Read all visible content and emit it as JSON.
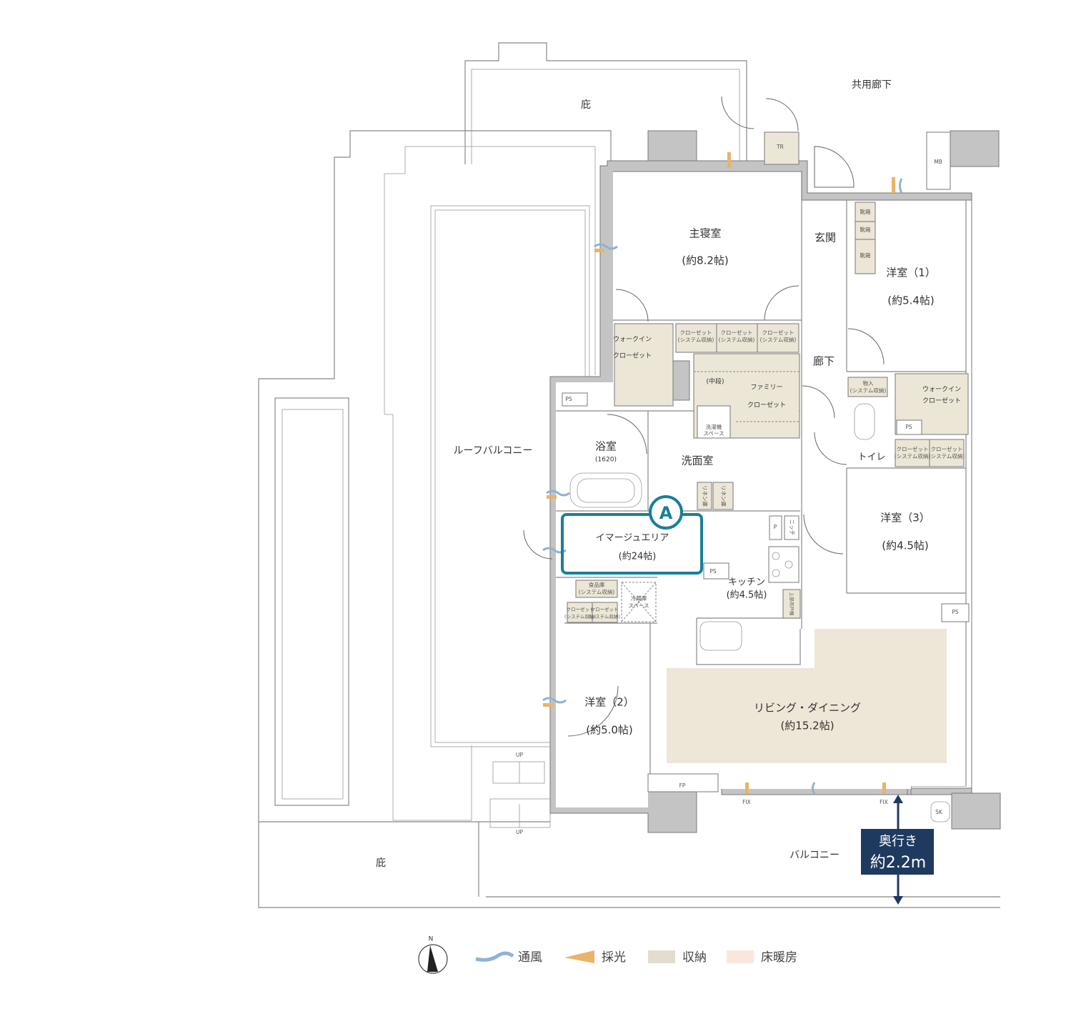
{
  "plan": {
    "labels": {
      "eaves_top": "庇",
      "common_corridor": "共用廊下",
      "master_bedroom": "主寝室",
      "master_bedroom_size": "(約8.2帖)",
      "entrance": "玄関",
      "shoe_box": "靴箱",
      "western_room_1": "洋室（1）",
      "western_room_1_size": "(約5.4帖)",
      "hallway": "廊下",
      "walk_in": "ウォークイン",
      "closet": "クローゼット",
      "closet_system": "クローゼット",
      "system_storage": "(システム収納)",
      "middle_shelf": "(中段)",
      "family": "ファミリー",
      "washer_space_1": "洗濯機",
      "washer_space_2": "スペース",
      "bathroom": "浴室",
      "bathroom_size": "(1620)",
      "washroom": "洗面室",
      "roof_balcony": "ルーフバルコニー",
      "linen": "リネン庫",
      "image_area": "イマージュエリア",
      "image_area_size": "(約24帖)",
      "image_area_badge": "A",
      "ps": "PS",
      "kitchen": "キッチン",
      "kitchen_size": "(約4.5帖)",
      "pantry": "食品庫",
      "fridge_1": "冷蔵庫",
      "fridge_2": "スペース",
      "western_room_2": "洋室（2）",
      "western_room_2_size": "(約5.0帖)",
      "living_dining": "リビング・ダイニング",
      "living_dining_size": "(約15.2帖)",
      "western_room_3": "洋室（3）",
      "western_room_3_size": "(約4.5帖)",
      "storage": "物入",
      "toilet": "トイレ",
      "p": "P",
      "niche": "ニッチ",
      "upper_cabinet": "上部吊戸棚",
      "fp": "FP",
      "fix": "FIX",
      "sk": "SK",
      "mb": "MB",
      "tr": "TR",
      "up": "UP",
      "eaves_bottom": "庇",
      "balcony": "バルコニー",
      "depth_title": "奥行き",
      "depth_value": "約2.2m"
    }
  },
  "legend": {
    "north": "N",
    "ventilation": "通風",
    "daylight": "採光",
    "storage": "収納",
    "floor_heating": "床暖房"
  },
  "colors": {
    "highlight": "#1a7f99",
    "depth_box": "#1f3a5f",
    "storage": "#ece6d6",
    "living": "#eee6d6",
    "floor_heating": "#fbe6de",
    "ventilation": "#8fb2d4",
    "daylight": "#e8b46a"
  }
}
